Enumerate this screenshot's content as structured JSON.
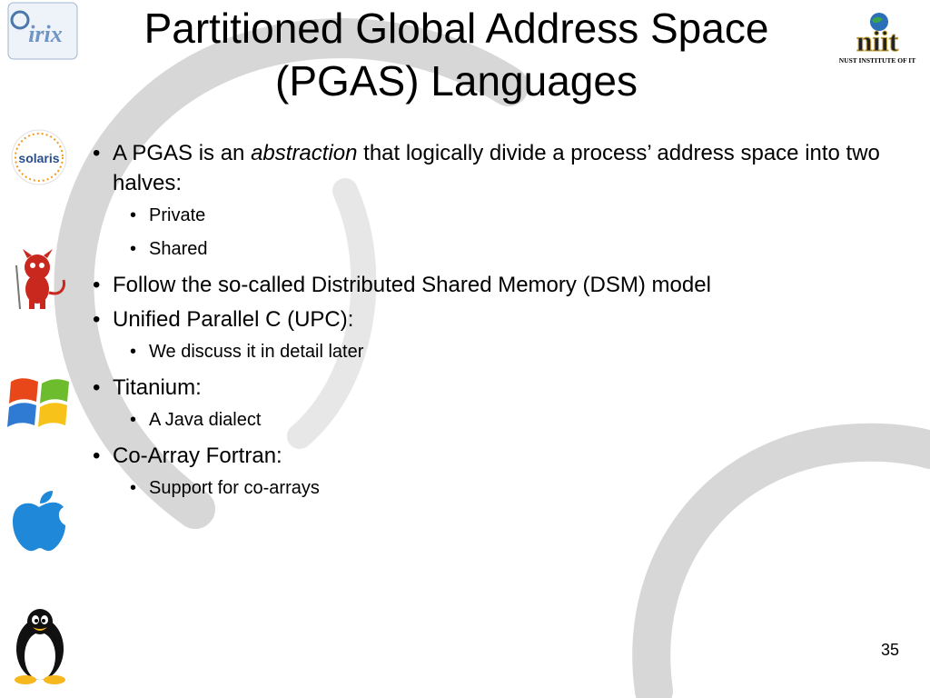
{
  "slide": {
    "title_line1": "Partitioned Global Address Space",
    "title_line2": "(PGAS) Languages",
    "page_number": "35"
  },
  "logos": {
    "irix": "irix",
    "solaris": "solaris",
    "nit_institute": "NUST INSTITUTE OF IT"
  },
  "bullets": {
    "b1_prefix": "A PGAS is an ",
    "b1_em": "abstraction",
    "b1_suffix": " that logically divide a process’ address space into two halves:",
    "b1_sub1": "Private",
    "b1_sub2": "Shared",
    "b2": "Follow the so-called Distributed Shared Memory (DSM) model",
    "b3": "Unified Parallel C (UPC):",
    "b3_sub1": "We discuss it in detail later",
    "b4": "Titanium:",
    "b4_sub1": "A Java dialect",
    "b5": "Co-Array Fortran:",
    "b5_sub1": "Support for co-arrays",
    "bullet_char": "•"
  },
  "colors": {
    "swirl": "#c9c9c9",
    "windows_red": "#e8471a",
    "windows_green": "#6cbc2e",
    "windows_blue": "#2f7bd4",
    "windows_yellow": "#f7c21a",
    "apple_blue": "#1f88d8",
    "devil_red": "#c8281e"
  }
}
